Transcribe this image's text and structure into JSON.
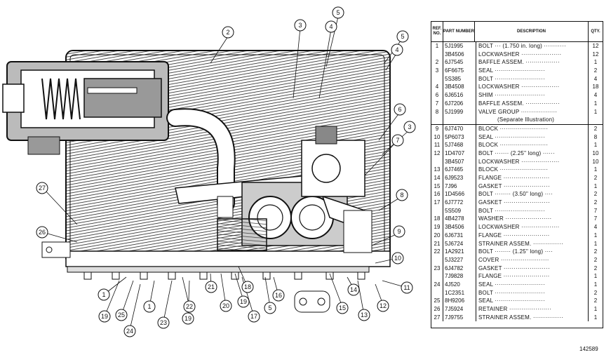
{
  "table": {
    "headers": {
      "ref": "REF. NO.",
      "part": "PART NUMBER",
      "desc": "DESCRIPTION",
      "qty": "QTY."
    },
    "rows": [
      {
        "ref": "1",
        "part": "5J1995",
        "desc": "BOLT ··· (1.750 in. long) ···········",
        "qty": "12"
      },
      {
        "ref": "",
        "part": "3B4506",
        "desc": "LOCKWASHER ····················",
        "qty": "12"
      },
      {
        "ref": "2",
        "part": "6J7545",
        "desc": "BAFFLE ASSEM. ·················",
        "qty": "1"
      },
      {
        "ref": "3",
        "part": "6F6675",
        "desc": "SEAL ·························",
        "qty": "2"
      },
      {
        "ref": "",
        "part": "5S385",
        "desc": "BOLT ·························",
        "qty": "4"
      },
      {
        "ref": "4",
        "part": "3B4508",
        "desc": "LOCKWASHER ···················",
        "qty": "18"
      },
      {
        "ref": "6",
        "part": "6J6516",
        "desc": "SHIM ·························",
        "qty": "4"
      },
      {
        "ref": "7",
        "part": "6J7206",
        "desc": "BAFFLE ASSEM. ·················",
        "qty": "1"
      },
      {
        "ref": "8",
        "part": "5J1999",
        "desc": "VALVE GROUP ··················",
        "qty": "1"
      },
      {
        "ref": "",
        "part": "",
        "desc": "(Separate Illustration)",
        "qty": "",
        "note": true
      },
      {
        "ref": "9",
        "part": "6J7470",
        "desc": "BLOCK ························",
        "qty": "2",
        "sep": true
      },
      {
        "ref": "10",
        "part": "5P6073",
        "desc": "SEAL ·························",
        "qty": "8"
      },
      {
        "ref": "11",
        "part": "5J7468",
        "desc": "BLOCK ························",
        "qty": "1"
      },
      {
        "ref": "12",
        "part": "1D4707",
        "desc": "BOLT ······· (2.25\" long) ······",
        "qty": "10"
      },
      {
        "ref": "",
        "part": "3B4507",
        "desc": "LOCKWASHER ···················",
        "qty": "10"
      },
      {
        "ref": "13",
        "part": "6J7465",
        "desc": "BLOCK ························",
        "qty": "1"
      },
      {
        "ref": "14",
        "part": "6J9523",
        "desc": "FLANGE ·······················",
        "qty": "2"
      },
      {
        "ref": "15",
        "part": "7J96",
        "desc": "GASKET ·······················",
        "qty": "1"
      },
      {
        "ref": "16",
        "part": "1D4566",
        "desc": "BOLT ········ (3.50\" long) ····",
        "qty": "2"
      },
      {
        "ref": "17",
        "part": "6J7772",
        "desc": "GASKET ·······················",
        "qty": "2"
      },
      {
        "ref": "",
        "part": "5S509",
        "desc": "BOLT ·························",
        "qty": "7"
      },
      {
        "ref": "18",
        "part": "4B4278",
        "desc": "WASHER ·······················",
        "qty": "7"
      },
      {
        "ref": "19",
        "part": "3B4506",
        "desc": "LOCKWASHER ···················",
        "qty": "4"
      },
      {
        "ref": "20",
        "part": "6J6731",
        "desc": "FLANGE ·······················",
        "qty": "1"
      },
      {
        "ref": "21",
        "part": "5J6724",
        "desc": "STRAINER ASSEM. ···············",
        "qty": "1"
      },
      {
        "ref": "22",
        "part": "1A2921",
        "desc": "BOLT ········ (1.25\" long) ····",
        "qty": "2"
      },
      {
        "ref": "",
        "part": "5J3227",
        "desc": "COVER ························",
        "qty": "2"
      },
      {
        "ref": "23",
        "part": "6J4782",
        "desc": "GASKET ·······················",
        "qty": "2"
      },
      {
        "ref": "",
        "part": "7J9828",
        "desc": "FLANGE ·······················",
        "qty": "1"
      },
      {
        "ref": "24",
        "part": "4J520",
        "desc": "SEAL ·························",
        "qty": "1"
      },
      {
        "ref": "",
        "part": "1C2351",
        "desc": "BOLT ·························",
        "qty": "2"
      },
      {
        "ref": "25",
        "part": "8H9206",
        "desc": "SEAL ·························",
        "qty": "2"
      },
      {
        "ref": "26",
        "part": "7J5924",
        "desc": "RETAINER ·····················",
        "qty": "1"
      },
      {
        "ref": "27",
        "part": "7J9755",
        "desc": "STRAINER ASSEM. ···············",
        "qty": "1"
      }
    ]
  },
  "callouts": [
    "1",
    "2",
    "3",
    "4",
    "5",
    "6",
    "7",
    "8",
    "9",
    "10",
    "11",
    "12",
    "13",
    "14",
    "15",
    "16",
    "17",
    "18",
    "19",
    "20",
    "21",
    "22",
    "23",
    "24",
    "25",
    "26",
    "27"
  ],
  "figure_number": "142589"
}
